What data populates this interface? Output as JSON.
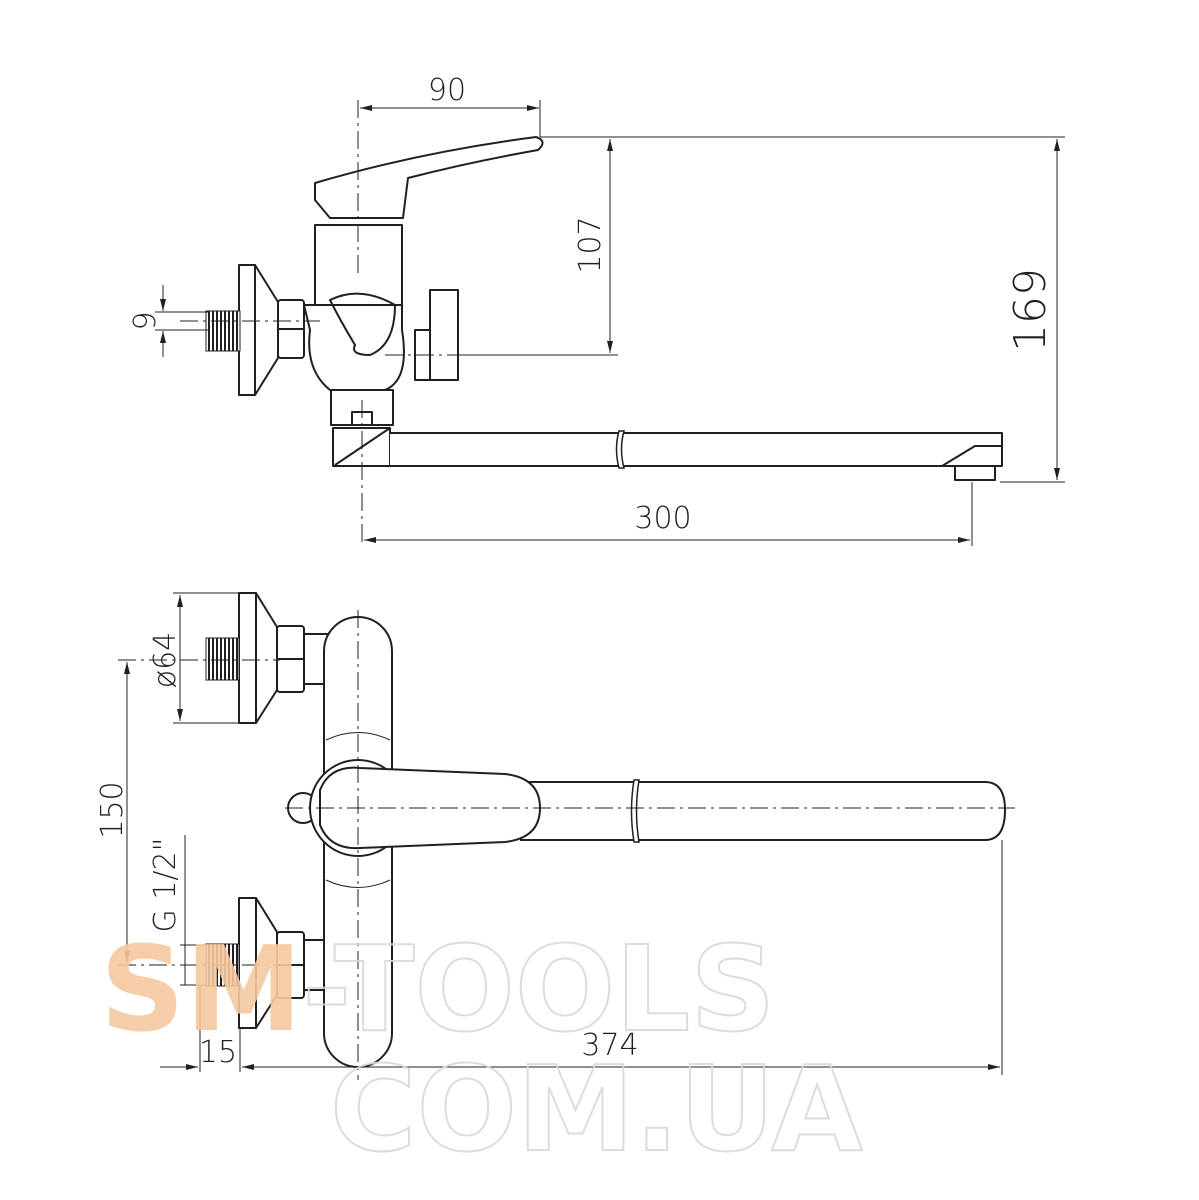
{
  "drawing": {
    "side_view": {
      "handle_reach": "90",
      "handle_height": "107",
      "total_height": "169",
      "thread_offset": "9",
      "spout_length": "300"
    },
    "front_view": {
      "flange_diameter": "ø64",
      "inlet_spacing": "150",
      "thread_size": "G 1/2\"",
      "thread_length": "15",
      "total_length": "374"
    }
  },
  "watermark": {
    "line1_accent": "SM",
    "line1_rest": "-TOOLS",
    "line2": "COM.UA",
    "accent_color": "#f5c9a0",
    "outline_color": "#d9d9d9"
  }
}
